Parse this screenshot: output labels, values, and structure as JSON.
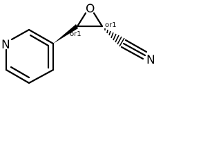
{
  "molecule": {
    "atoms": {
      "pyridine_nitrogen": "N",
      "epoxide_oxygen": "O",
      "nitrile_nitrogen": "N"
    },
    "stereo_labels": {
      "left_carbon": "or1",
      "right_carbon": "or1"
    }
  }
}
